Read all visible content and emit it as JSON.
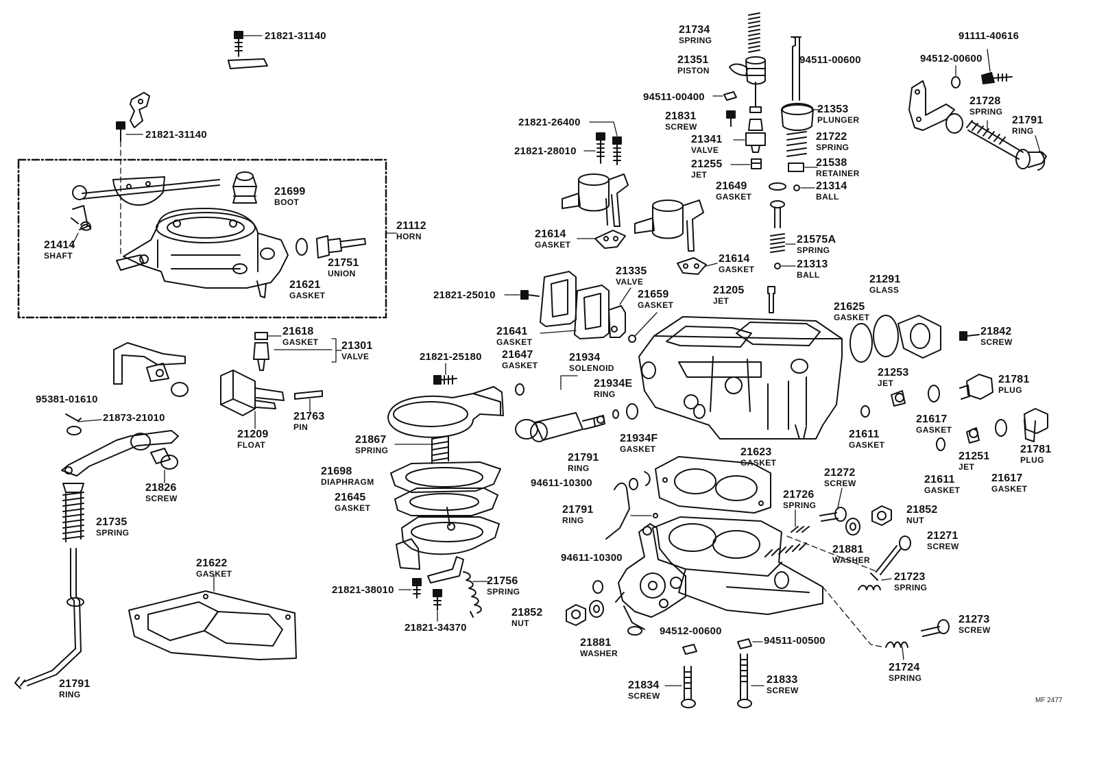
{
  "diagram_code": "MF 2477",
  "parts": [
    {
      "id": "p1",
      "number": "21821-31140",
      "name": ""
    },
    {
      "id": "p2",
      "number": "21821-31140",
      "name": ""
    },
    {
      "id": "p3",
      "number": "21699",
      "name": "BOOT"
    },
    {
      "id": "p4",
      "number": "21112",
      "name": "HORN"
    },
    {
      "id": "p5",
      "number": "21414",
      "name": "SHAFT"
    },
    {
      "id": "p6",
      "number": "21751",
      "name": "UNION"
    },
    {
      "id": "p7",
      "number": "21621",
      "name": "GASKET"
    },
    {
      "id": "p8",
      "number": "21618",
      "name": "GASKET"
    },
    {
      "id": "p9",
      "number": "21301",
      "name": "VALVE"
    },
    {
      "id": "p10",
      "number": "21763",
      "name": "PIN"
    },
    {
      "id": "p11",
      "number": "21209",
      "name": "FLOAT"
    },
    {
      "id": "p12",
      "number": "95381-01610",
      "name": ""
    },
    {
      "id": "p13",
      "number": "21873-21010",
      "name": ""
    },
    {
      "id": "p14",
      "number": "21826",
      "name": "SCREW"
    },
    {
      "id": "p15",
      "number": "21735",
      "name": "SPRING"
    },
    {
      "id": "p16",
      "number": "21622",
      "name": "GASKET"
    },
    {
      "id": "p17",
      "number": "21791",
      "name": "RING"
    },
    {
      "id": "p18",
      "number": "21734",
      "name": "SPRING"
    },
    {
      "id": "p19",
      "number": "21351",
      "name": "PISTON"
    },
    {
      "id": "p20",
      "number": "94511-00400",
      "name": ""
    },
    {
      "id": "p21",
      "number": "21831",
      "name": "SCREW"
    },
    {
      "id": "p22",
      "number": "21341",
      "name": "VALVE"
    },
    {
      "id": "p23",
      "number": "21255",
      "name": "JET"
    },
    {
      "id": "p24",
      "number": "21353",
      "name": "PLUNGER"
    },
    {
      "id": "p25",
      "number": "21722",
      "name": "SPRING"
    },
    {
      "id": "p26",
      "number": "21538",
      "name": "RETAINER"
    },
    {
      "id": "p27",
      "number": "21649",
      "name": "GASKET"
    },
    {
      "id": "p28",
      "number": "21314",
      "name": "BALL"
    },
    {
      "id": "p29",
      "number": "21821-26400",
      "name": ""
    },
    {
      "id": "p30",
      "number": "21821-28010",
      "name": ""
    },
    {
      "id": "p31",
      "number": "21614",
      "name": "GASKET"
    },
    {
      "id": "p32",
      "number": "21614",
      "name": "GASKET"
    },
    {
      "id": "p33",
      "number": "21575A",
      "name": "SPRING"
    },
    {
      "id": "p34",
      "number": "21313",
      "name": "BALL"
    },
    {
      "id": "p35",
      "number": "21205",
      "name": "JET"
    },
    {
      "id": "p36",
      "number": "21335",
      "name": "VALVE"
    },
    {
      "id": "p37",
      "number": "21659",
      "name": "GASKET"
    },
    {
      "id": "p38",
      "number": "21821-25010",
      "name": ""
    },
    {
      "id": "p39",
      "number": "21641",
      "name": "GASKET"
    },
    {
      "id": "p40",
      "number": "21821-25180",
      "name": ""
    },
    {
      "id": "p41",
      "number": "21647",
      "name": "GASKET"
    },
    {
      "id": "p42",
      "number": "21934",
      "name": "SOLENOID"
    },
    {
      "id": "p43",
      "number": "21934E",
      "name": "RING"
    },
    {
      "id": "p44",
      "number": "21934F",
      "name": "GASKET"
    },
    {
      "id": "p45",
      "number": "21867",
      "name": "SPRING"
    },
    {
      "id": "p46",
      "number": "21698",
      "name": "DIAPHRAGM"
    },
    {
      "id": "p47",
      "number": "21645",
      "name": "GASKET"
    },
    {
      "id": "p48",
      "number": "21821-38010",
      "name": ""
    },
    {
      "id": "p49",
      "number": "21821-34370",
      "name": ""
    },
    {
      "id": "p50",
      "number": "21756",
      "name": "SPRING"
    },
    {
      "id": "p51",
      "number": "94511-00600",
      "name": ""
    },
    {
      "id": "p52",
      "number": "91111-40616",
      "name": ""
    },
    {
      "id": "p53",
      "number": "94512-00600",
      "name": ""
    },
    {
      "id": "p54",
      "number": "21728",
      "name": "SPRING"
    },
    {
      "id": "p55",
      "number": "21791",
      "name": "RING"
    },
    {
      "id": "p56",
      "number": "21291",
      "name": "GLASS"
    },
    {
      "id": "p57",
      "number": "21625",
      "name": "GASKET"
    },
    {
      "id": "p58",
      "number": "21842",
      "name": "SCREW"
    },
    {
      "id": "p59",
      "number": "21253",
      "name": "JET"
    },
    {
      "id": "p60",
      "number": "21781",
      "name": "PLUG"
    },
    {
      "id": "p61",
      "number": "21617",
      "name": "GASKET"
    },
    {
      "id": "p62",
      "number": "21611",
      "name": "GASKET"
    },
    {
      "id": "p63",
      "number": "21251",
      "name": "JET"
    },
    {
      "id": "p64",
      "number": "21781",
      "name": "PLUG"
    },
    {
      "id": "p65",
      "number": "21611",
      "name": "GASKET"
    },
    {
      "id": "p66",
      "number": "21617",
      "name": "GASKET"
    },
    {
      "id": "p67",
      "number": "21791",
      "name": "RING"
    },
    {
      "id": "p68",
      "number": "94611-10300",
      "name": ""
    },
    {
      "id": "p69",
      "number": "21623",
      "name": "GASKET"
    },
    {
      "id": "p70",
      "number": "21791",
      "name": "RING"
    },
    {
      "id": "p71",
      "number": "21272",
      "name": "SCREW"
    },
    {
      "id": "p72",
      "number": "21726",
      "name": "SPRING"
    },
    {
      "id": "p73",
      "number": "21852",
      "name": "NUT"
    },
    {
      "id": "p74",
      "number": "21881",
      "name": "WASHER"
    },
    {
      "id": "p75",
      "number": "21271",
      "name": "SCREW"
    },
    {
      "id": "p76",
      "number": "21723",
      "name": "SPRING"
    },
    {
      "id": "p77",
      "number": "94611-10300",
      "name": ""
    },
    {
      "id": "p78",
      "number": "21852",
      "name": "NUT"
    },
    {
      "id": "p79",
      "number": "21881",
      "name": "WASHER"
    },
    {
      "id": "p80",
      "number": "94512-00600",
      "name": ""
    },
    {
      "id": "p81",
      "number": "94511-00500",
      "name": ""
    },
    {
      "id": "p82",
      "number": "21273",
      "name": "SCREW"
    },
    {
      "id": "p83",
      "number": "21724",
      "name": "SPRING"
    },
    {
      "id": "p84",
      "number": "21834",
      "name": "SCREW"
    },
    {
      "id": "p85",
      "number": "21833",
      "name": "SCREW"
    }
  ]
}
